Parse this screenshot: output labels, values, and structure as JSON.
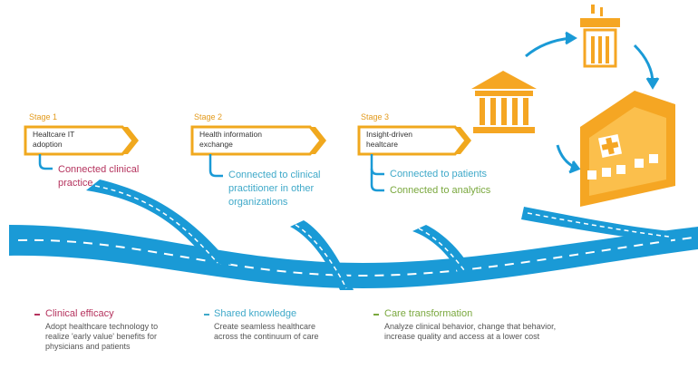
{
  "stages": [
    {
      "label": "Stage 1",
      "title": "Healtcare IT adoption",
      "outcomes": [
        "Connected clinical practice"
      ]
    },
    {
      "label": "Stage 2",
      "title": "Health information exchange",
      "outcomes": [
        "Connected to clinical practitioner in other organizations"
      ]
    },
    {
      "label": "Stage 3",
      "title": "Insight-driven healtcare",
      "outcomes": [
        "Connected to patients",
        "Connected to analytics"
      ]
    }
  ],
  "benefits": [
    {
      "title": "Clinical efficacy",
      "desc": "Adopt healthcare technology to realize 'early value' benefits for physicians and patients"
    },
    {
      "title": "Shared knowledge",
      "desc": "Create seamless healthcare across the continuum of care"
    },
    {
      "title": "Care transformation",
      "desc": "Analyze clinical behavior, change that behavior, increase quality and access at a lower cost"
    }
  ],
  "colors": {
    "road": "#1a9ad6",
    "chevron": "#f0a81e",
    "building": "#f5a623",
    "magenta": "#b5335e",
    "teal": "#3fa9c9",
    "green": "#7aa83e"
  },
  "icons": [
    "bank-building-icon",
    "tower-icon",
    "hospital-icon",
    "cycle-arrows-icon"
  ]
}
